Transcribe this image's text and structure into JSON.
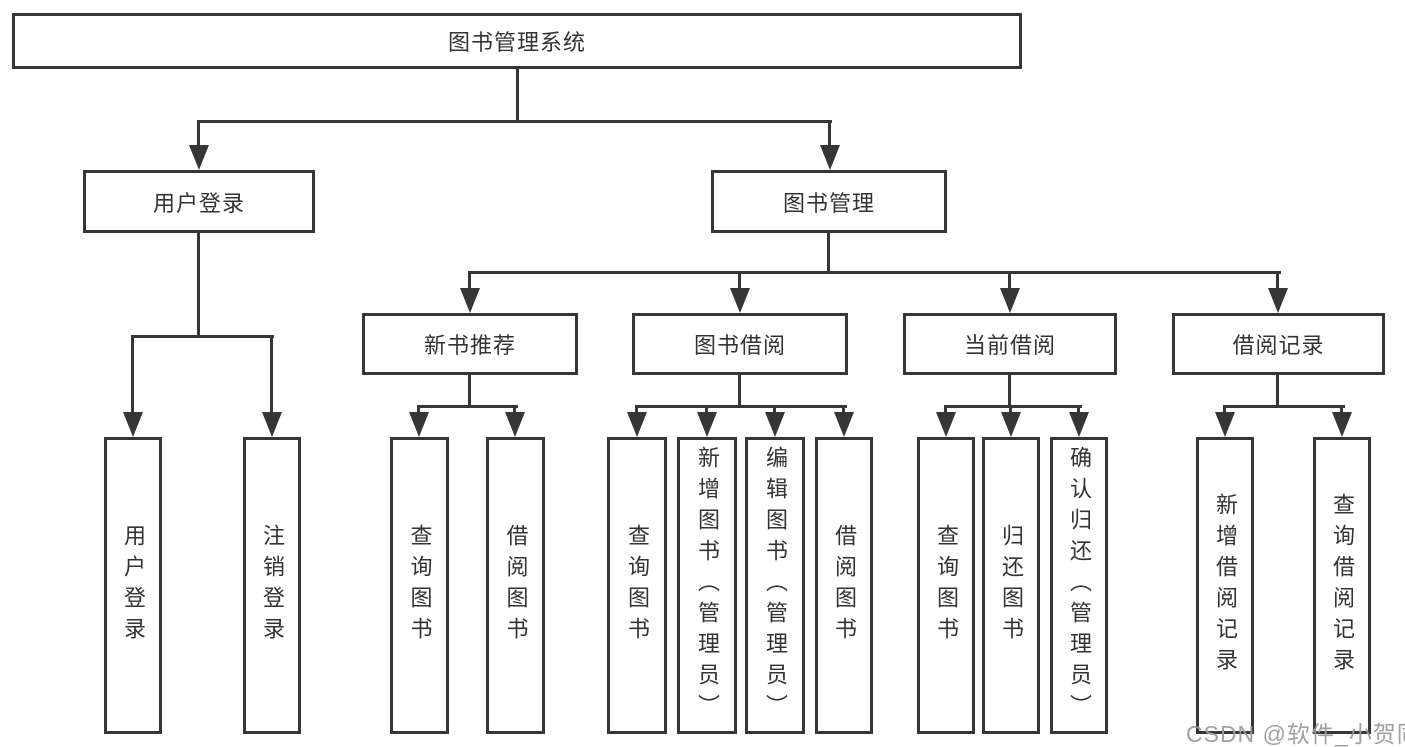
{
  "tree": {
    "root": {
      "label": "图书管理系统"
    },
    "branches": [
      {
        "label": "用户登录",
        "leaves": [
          {
            "label": "用户登录"
          },
          {
            "label": "注销登录"
          }
        ]
      },
      {
        "label": "图书管理",
        "groups": [
          {
            "label": "新书推荐",
            "leaves": [
              {
                "label": "查询图书"
              },
              {
                "label": "借阅图书"
              }
            ]
          },
          {
            "label": "图书借阅",
            "leaves": [
              {
                "label": "查询图书"
              },
              {
                "label": "新增图书（管理员）"
              },
              {
                "label": "编辑图书（管理员）"
              },
              {
                "label": "借阅图书"
              }
            ]
          },
          {
            "label": "当前借阅",
            "leaves": [
              {
                "label": "查询图书"
              },
              {
                "label": "归还图书"
              },
              {
                "label": "确认归还（管理员）"
              }
            ]
          },
          {
            "label": "借阅记录",
            "leaves": [
              {
                "label": "新增借阅记录"
              },
              {
                "label": "查询借阅记录"
              }
            ]
          }
        ]
      }
    ]
  },
  "watermark": {
    "text": "CSDN @软件_小贺同学"
  },
  "colors": {
    "line": "#363636",
    "text": "#333333",
    "watermark": "#9b9b9b",
    "background": "#ffffff"
  }
}
